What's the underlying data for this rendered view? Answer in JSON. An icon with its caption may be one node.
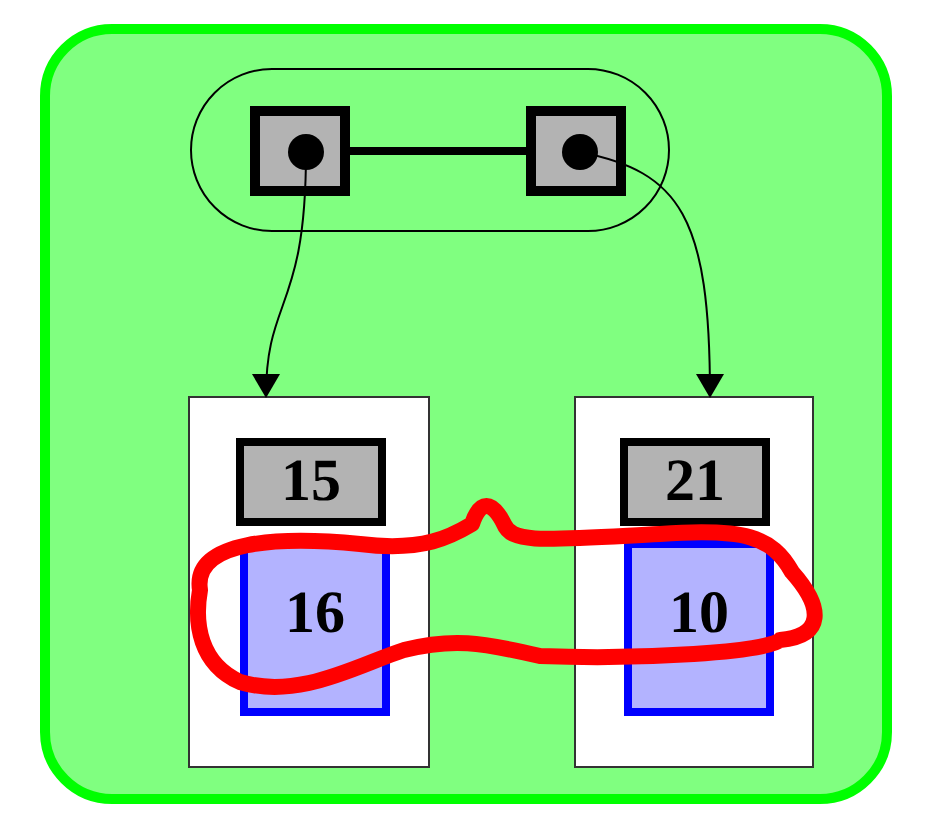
{
  "diagram": {
    "nodes": [
      {
        "text": [],
        "shape": "box"
      },
      {
        "text": [],
        "shape": "box",
        "in": 0
      },
      {
        "text": [],
        "shape": "box",
        "in": 1
      },
      {
        "text": [],
        "shape": "box",
        "in": 1
      },
      {
        "text": [],
        "shape": "box",
        "in": 0
      },
      {
        "text": [],
        "shape": "box",
        "in": 0
      },
      {
        "text": [
          "15"
        ],
        "in": 4
      },
      {
        "text": [
          "16"
        ],
        "in": 4
      },
      {
        "text": [
          "21"
        ],
        "in": 5
      },
      {
        "text": [
          "10"
        ],
        "in": 5
      }
    ],
    "edges": [
      {
        "from": 2,
        "to": 3,
        "arrow": "none",
        "style": "thick"
      },
      {
        "from": 2,
        "to": 4,
        "arrow": "to"
      },
      {
        "from": 3,
        "to": 5,
        "arrow": "to"
      }
    ]
  }
}
